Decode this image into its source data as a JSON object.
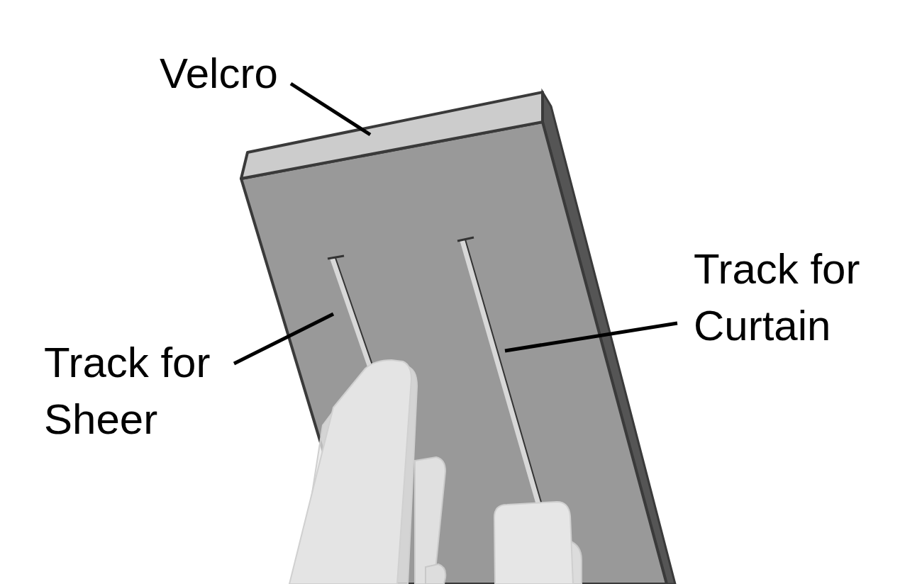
{
  "diagram": {
    "labels": [
      "Velcro",
      "Track for Sheer",
      "Track for Curtain"
    ]
  }
}
